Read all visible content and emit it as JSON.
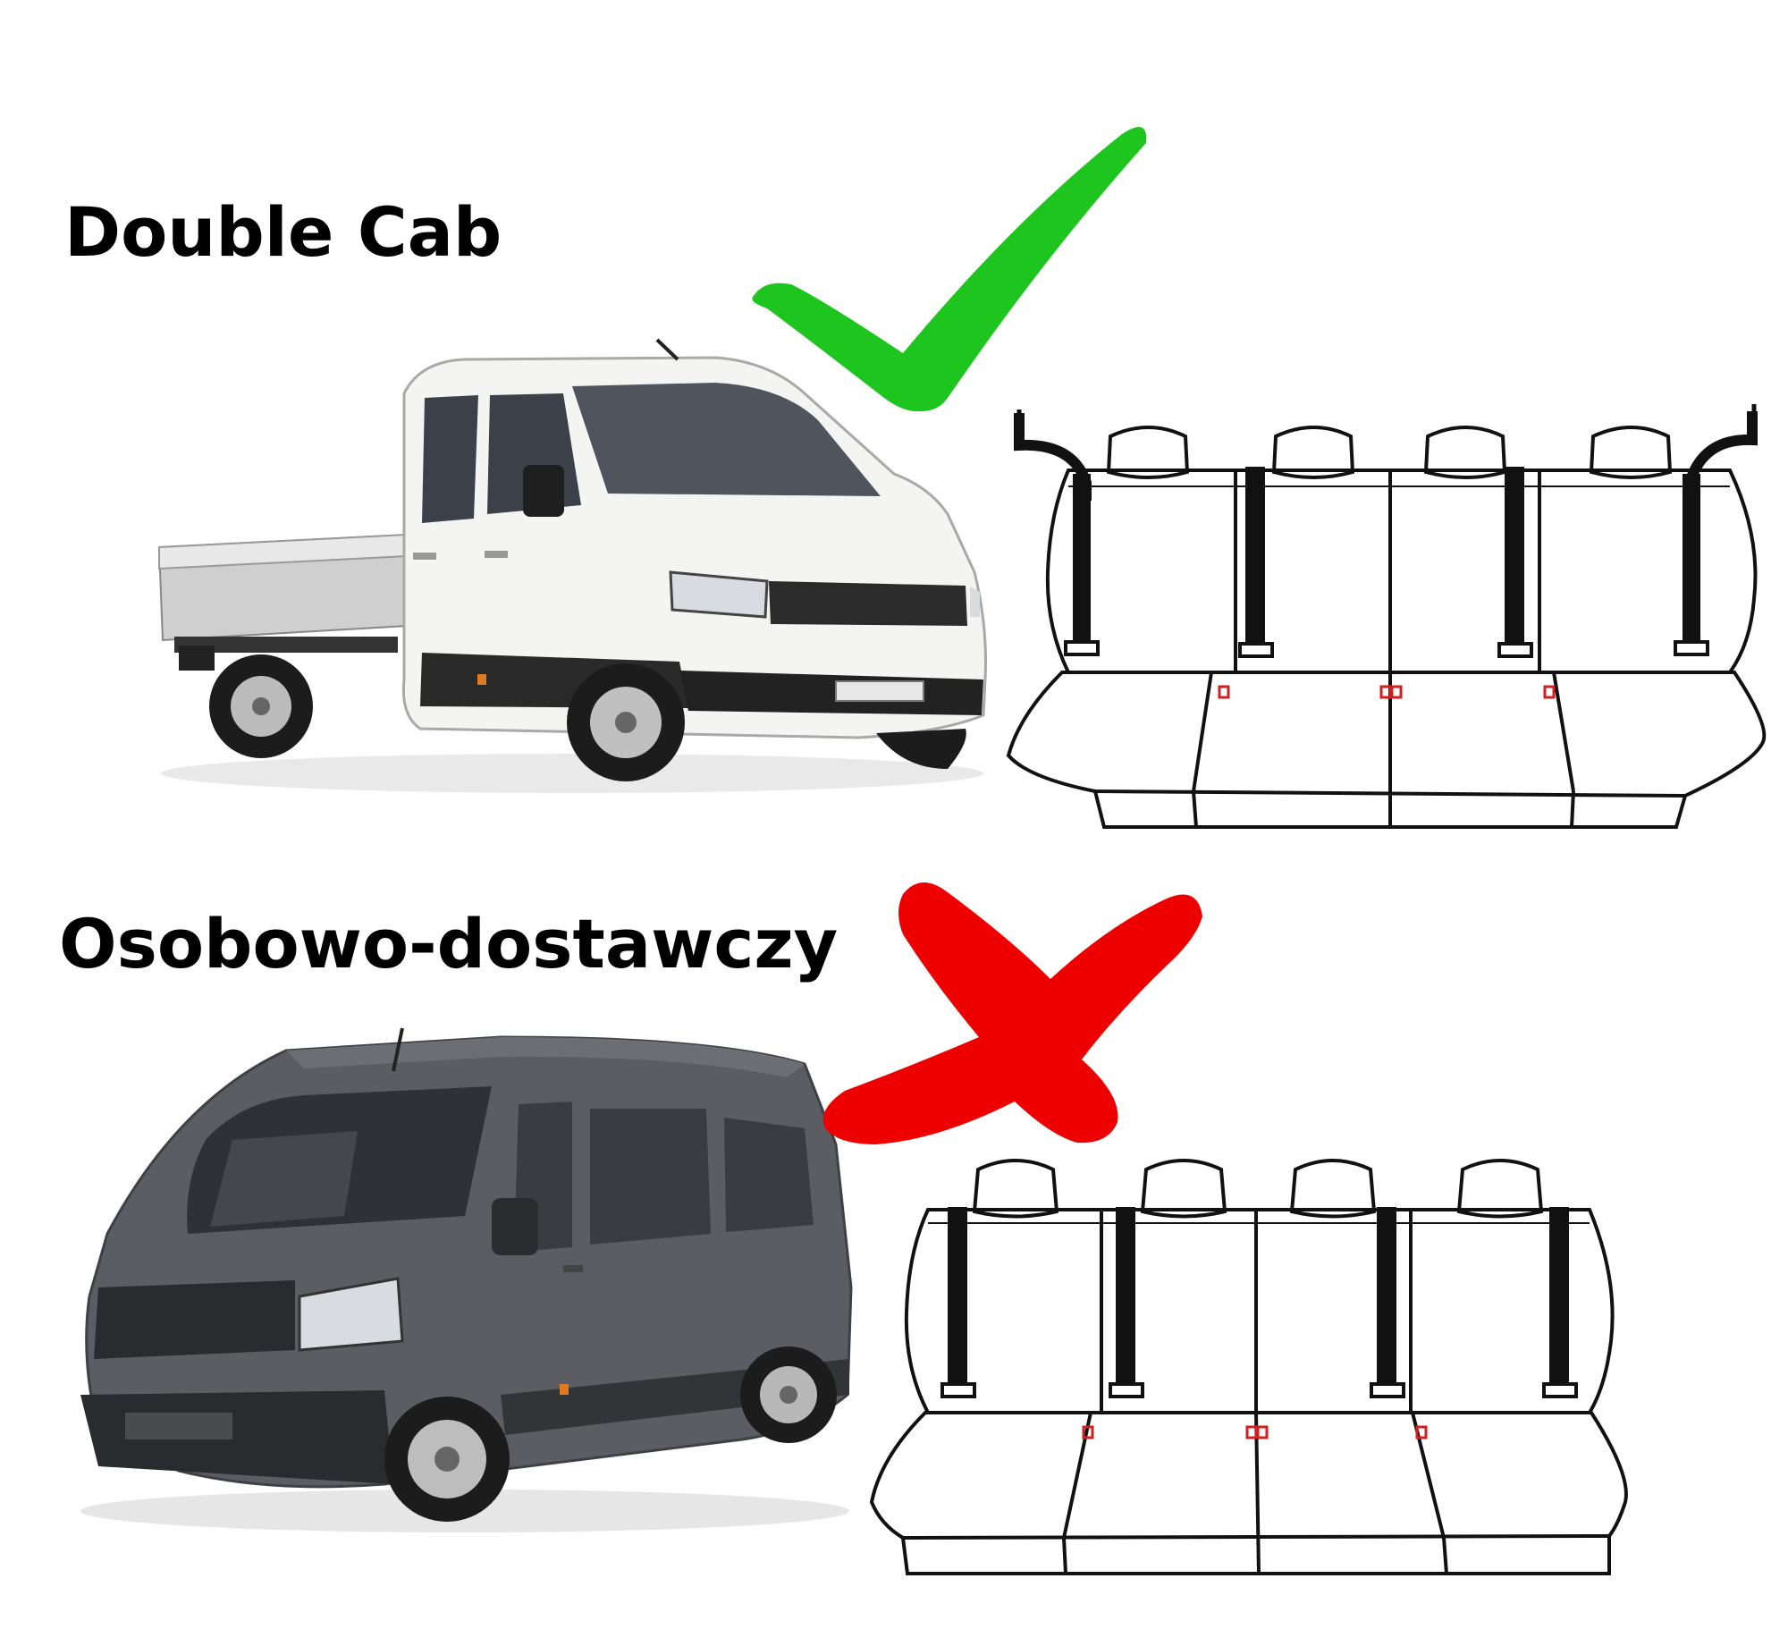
{
  "sections": [
    {
      "title": "Double Cab",
      "verdict": "check",
      "verdict_icon": "check-icon",
      "verdict_color": "#1ec51e",
      "vehicle": "pickup-truck",
      "vehicle_color": "#f4f4f2",
      "seat_diagram": "bench-seat-with-side-belts"
    },
    {
      "title": "Osobowo-dostawczy",
      "verdict": "cross",
      "verdict_icon": "cross-icon",
      "verdict_color": "#ee0000",
      "vehicle": "van",
      "vehicle_color": "#5b5d63",
      "seat_diagram": "bench-seat"
    }
  ]
}
